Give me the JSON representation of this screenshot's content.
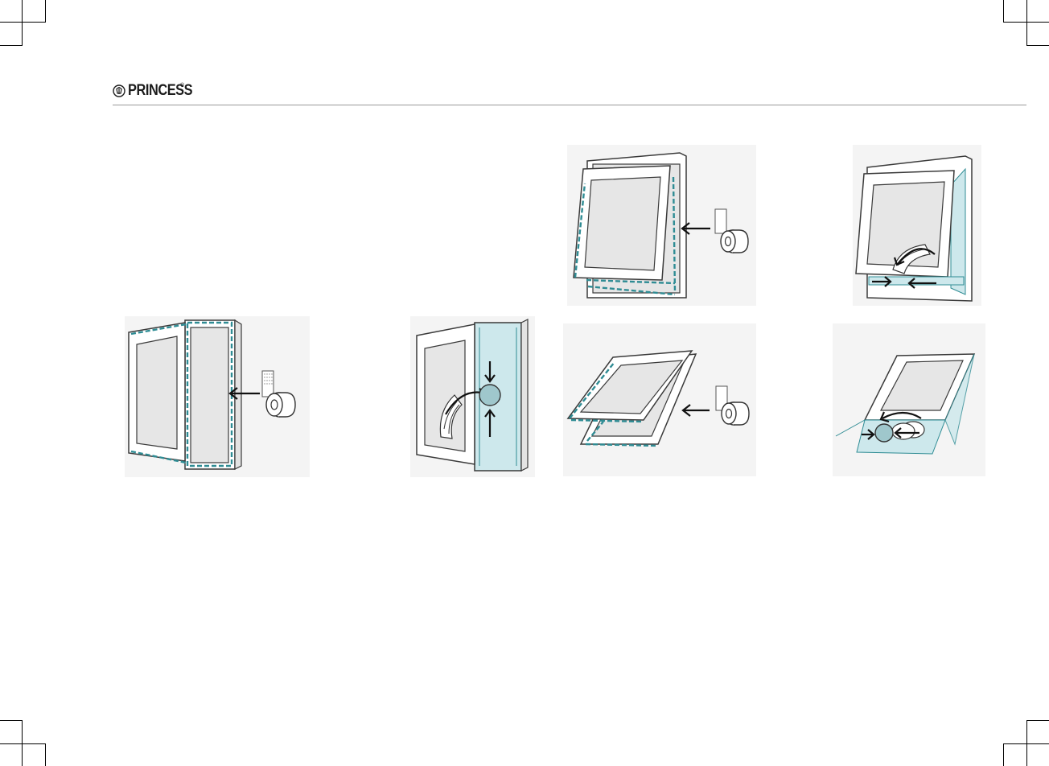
{
  "header": {
    "brand_name": "PRINCESS",
    "brand_mark": "®"
  },
  "colors": {
    "accent_teal": "#2f8c94",
    "seal_fill": "#cde8ec",
    "frame_stroke": "#3a3a3a",
    "glass_fill": "#e6e6e6"
  },
  "figures": [
    {
      "name": "casement-window-tape",
      "icons": [
        "window-icon",
        "tape-roll-icon",
        "arrow-left-icon"
      ]
    },
    {
      "name": "casement-window-hose",
      "icons": [
        "window-icon",
        "hose-icon",
        "arrow-down-icon",
        "arrow-up-icon"
      ]
    },
    {
      "name": "awning-window-tape",
      "icons": [
        "window-icon",
        "tape-roll-icon",
        "arrow-left-icon"
      ]
    },
    {
      "name": "awning-window-hose",
      "icons": [
        "window-icon",
        "hose-icon",
        "arrow-right-icon",
        "arrow-left-icon"
      ]
    },
    {
      "name": "roof-window-tape",
      "icons": [
        "window-icon",
        "tape-roll-icon",
        "arrow-left-icon"
      ]
    },
    {
      "name": "roof-window-hose",
      "icons": [
        "window-icon",
        "hose-icon",
        "arrow-right-icon",
        "arrow-left-icon"
      ]
    }
  ]
}
